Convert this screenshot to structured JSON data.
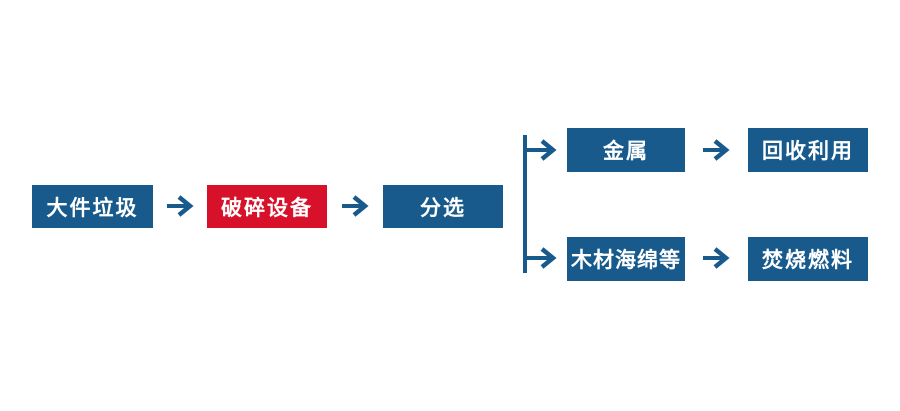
{
  "colors": {
    "node_blue": "#175a8b",
    "node_red": "#d8112a",
    "connector": "#175a8b",
    "text": "#ffffff",
    "background": "#ffffff"
  },
  "flowchart": {
    "nodes": {
      "bulky_waste": {
        "label": "大件垃圾",
        "style": "blue"
      },
      "crushing_equipment": {
        "label": "破碎设备",
        "style": "red"
      },
      "sorting": {
        "label": "分选",
        "style": "blue"
      },
      "metal": {
        "label": "金属",
        "style": "blue"
      },
      "recycling": {
        "label": "回收利用",
        "style": "blue"
      },
      "wood_sponge": {
        "label": "木材海绵等",
        "style": "blue"
      },
      "incineration_fuel": {
        "label": "焚烧燃料",
        "style": "blue"
      }
    },
    "edges": [
      {
        "from": "大件垃圾",
        "to": "破碎设备"
      },
      {
        "from": "破碎设备",
        "to": "分选"
      },
      {
        "from": "分选",
        "to": "金属"
      },
      {
        "from": "分选",
        "to": "木材海绵等"
      },
      {
        "from": "金属",
        "to": "回收利用"
      },
      {
        "from": "木材海绵等",
        "to": "焚烧燃料"
      }
    ]
  }
}
